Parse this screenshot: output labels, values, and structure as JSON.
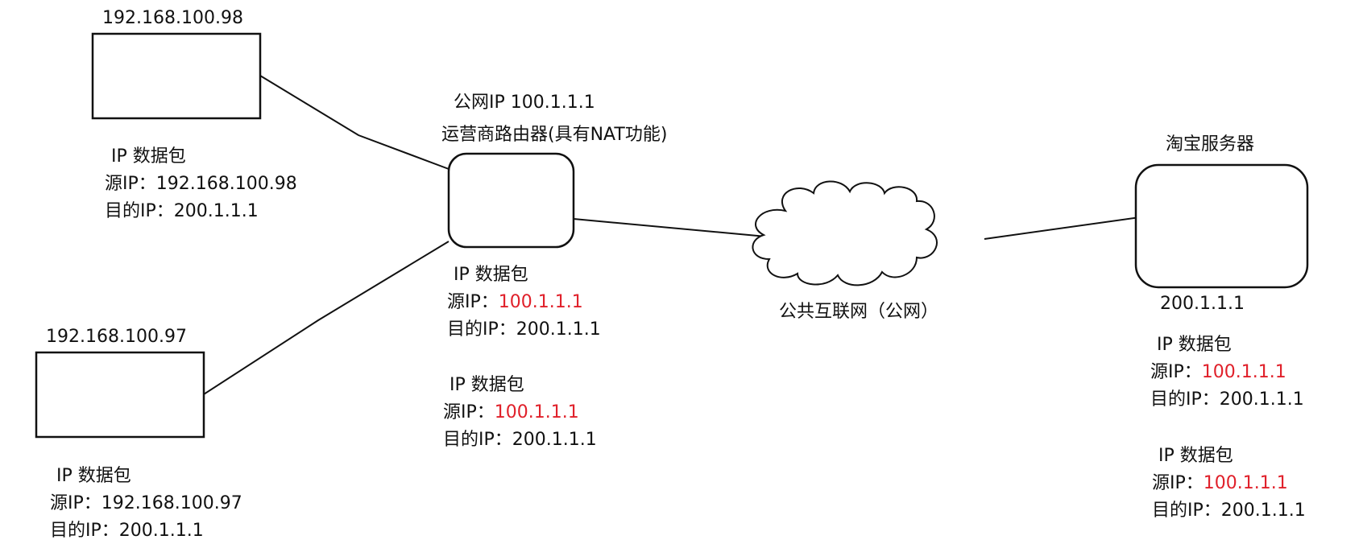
{
  "colors": {
    "line": "#111111",
    "highlight": "#e0202a",
    "background": "#ffffff"
  },
  "hosts": [
    {
      "id": "host-a",
      "ip": "192.168.100.98"
    },
    {
      "id": "host-b",
      "ip": "192.168.100.97"
    }
  ],
  "router": {
    "public_ip_label": "公网IP 100.1.1.1",
    "name": "运营商路由器(具有NAT功能)"
  },
  "internet": {
    "label": "公共互联网（公网）"
  },
  "server": {
    "name": "淘宝服务器",
    "ip": "200.1.1.1"
  },
  "packets": [
    {
      "id": "pkt-host-a",
      "title": "IP 数据包",
      "src_label": "源IP：",
      "src_value": "192.168.100.98",
      "dst_label": "目的IP：",
      "dst_value": "200.1.1.1",
      "src_highlight": false
    },
    {
      "id": "pkt-host-b",
      "title": "IP 数据包",
      "src_label": "源IP：",
      "src_value": "192.168.100.97",
      "dst_label": "目的IP：",
      "dst_value": "200.1.1.1",
      "src_highlight": false
    },
    {
      "id": "pkt-router-1",
      "title": "IP 数据包",
      "src_label": "源IP：",
      "src_value": "100.1.1.1",
      "dst_label": "目的IP：",
      "dst_value": "200.1.1.1",
      "src_highlight": true
    },
    {
      "id": "pkt-router-2",
      "title": "IP 数据包",
      "src_label": "源IP：",
      "src_value": "100.1.1.1",
      "dst_label": "目的IP：",
      "dst_value": "200.1.1.1",
      "src_highlight": true
    },
    {
      "id": "pkt-server-1",
      "title": "IP 数据包",
      "src_label": "源IP：",
      "src_value": "100.1.1.1",
      "dst_label": "目的IP：",
      "dst_value": "200.1.1.1",
      "src_highlight": true
    },
    {
      "id": "pkt-server-2",
      "title": "IP 数据包",
      "src_label": "源IP：",
      "src_value": "100.1.1.1",
      "dst_label": "目的IP：",
      "dst_value": "200.1.1.1",
      "src_highlight": true
    }
  ]
}
